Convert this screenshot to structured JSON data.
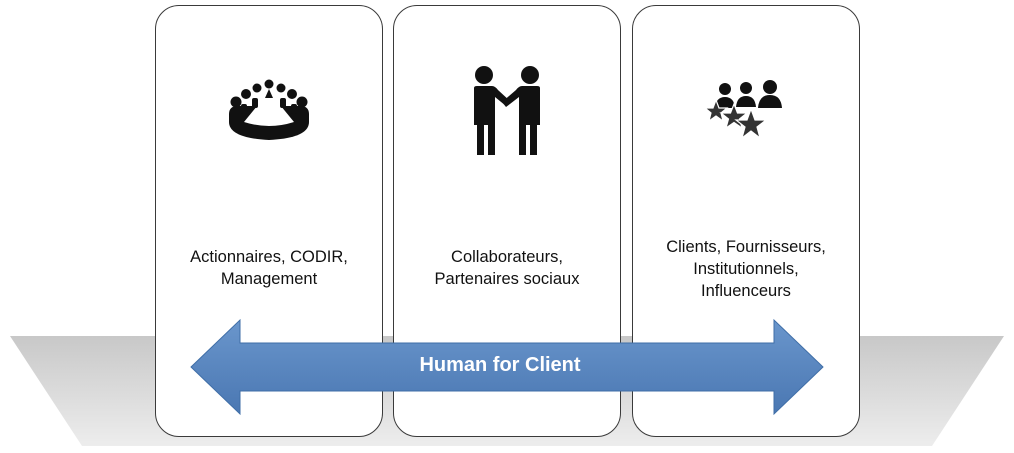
{
  "cards": [
    {
      "icon": "meeting-table-icon",
      "label_line1": "Actionnaires, CODIR,",
      "label_line2": "Management"
    },
    {
      "icon": "handshake-icon",
      "label_line1": "Collaborateurs,",
      "label_line2": "Partenaires sociaux"
    },
    {
      "icon": "star-people-icon",
      "label_line1": "Clients, Fournisseurs,",
      "label_line2": "Institutionnels,",
      "label_line3": "Influenceurs"
    }
  ],
  "arrow": {
    "label": "Human for Client",
    "color": "#5585bf"
  },
  "colors": {
    "card_border": "#3a3a3a",
    "shadow": "#cfcfcf",
    "icon": "#111111"
  }
}
